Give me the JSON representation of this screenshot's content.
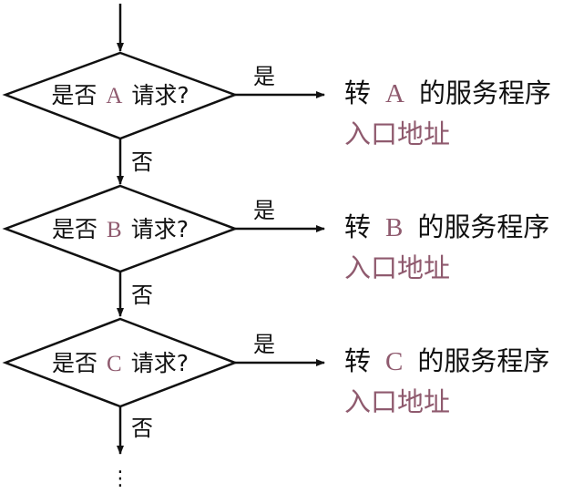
{
  "colors": {
    "line": "#111111",
    "text": "#111111",
    "accent": "#8f5a6e"
  },
  "yes_label": "是",
  "no_label": "否",
  "continuation": "⋮",
  "decisions": [
    {
      "prefix": "是否",
      "letter": "A",
      "suffix": "请求?",
      "target_pre": "转",
      "target_letter": "A",
      "target_post": "的服务程序",
      "target_line2": "入口地址"
    },
    {
      "prefix": "是否",
      "letter": "B",
      "suffix": "请求?",
      "target_pre": "转",
      "target_letter": "B",
      "target_post": "的服务程序",
      "target_line2": "入口地址"
    },
    {
      "prefix": "是否",
      "letter": "C",
      "suffix": "请求?",
      "target_pre": "转",
      "target_letter": "C",
      "target_post": "的服务程序",
      "target_line2": "入口地址"
    }
  ]
}
